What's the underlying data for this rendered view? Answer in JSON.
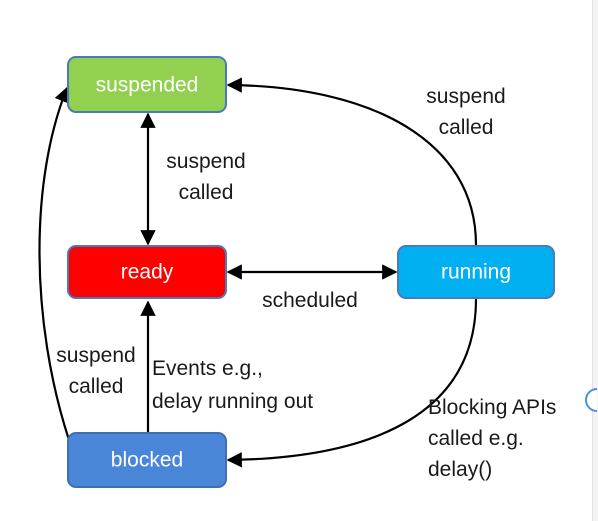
{
  "states": {
    "suspended": {
      "label": "suspended",
      "fill": "#92d050",
      "stroke": "#4a7ab8"
    },
    "ready": {
      "label": "ready",
      "fill": "#ff0000",
      "stroke": "#4a7ab8"
    },
    "running": {
      "label": "running",
      "fill": "#00b0f0",
      "stroke": "#4a7ab8"
    },
    "blocked": {
      "label": "blocked",
      "fill": "#4a86d8",
      "stroke": "#3f6fb0"
    }
  },
  "transitions": {
    "running_to_suspended": [
      "suspend",
      "called"
    ],
    "ready_suspended": [
      "suspend",
      "called"
    ],
    "ready_running": [
      "scheduled"
    ],
    "blocked_to_suspended": [
      "suspend",
      "called"
    ],
    "blocked_to_ready": [
      "Events e.g.,",
      "delay running out"
    ],
    "running_to_blocked": [
      "Blocking APIs",
      "called e.g.",
      "delay()"
    ]
  }
}
